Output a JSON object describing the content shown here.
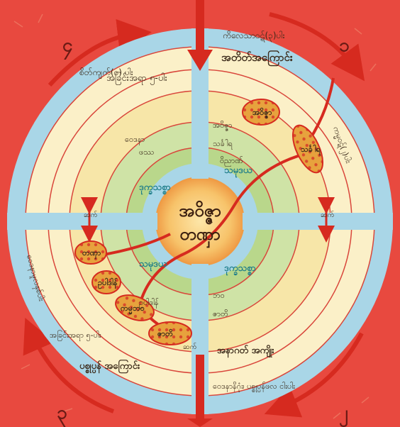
{
  "corners": {
    "top_left": "၄",
    "top_right": "၁",
    "bottom_left": "၃",
    "bottom_right": "၂"
  },
  "center": {
    "line1": "အဝိဇ္ဇာ",
    "line2": "တဏှာ"
  },
  "labels": {
    "top_left_outer": "စိတ်ကျက်(၀) ပါး",
    "top_right_outer": "ကိလေသာဝဋ်(၃)ပါး",
    "right_outer": "ကမ္မဝဋ်(၂)ပါး",
    "bottom_right_outer": "ဝေဒနာနိဂုံး၊ ပစ္စုပ္ပန်ဖလ ငါးပါး",
    "left_outer": "ဝေဒနာမူလနှစ်ပါး",
    "past_causes": "အတိတ်အကြောင်း",
    "present_effects": "အခြင်းအရာ ၅-ပါး",
    "present_ring_1": "ဝေဒနာ",
    "present_ring_2": "ဖဿ",
    "past_ring_1": "အဝိဇ္ဇာ",
    "past_ring_2": "သင်္ခါရ",
    "past_ring_3": "ဝိညာဏ်",
    "future_ring_1": "ဥပါဒါန်",
    "future_ring_2": "ဘဝ",
    "future_ring_3": "ဇာတိ",
    "future_effects": "အနာဂတ် အကျိုး",
    "present_causes": "ပစ္စုပ္ပန် အကြောင်း",
    "present_causes_sub": "အခြင်းအရာ ၅-ပါး"
  },
  "capsules": {
    "c1": "အဝိဇ္ဇာ",
    "c2": "သင်္ခါရ",
    "c3": "တဏှာ",
    "c4": "ဥပါဒါန်",
    "c5": "ကမ္မဘဝ",
    "c6": "ဇာတိ"
  },
  "teal": {
    "top_left": "ဒုက္ခသစ္စာ",
    "top_right": "သမုဒယ",
    "bottom_left": "သမုဒယ",
    "bottom_right": "ဒုက္ခသစ္စာ"
  },
  "side": {
    "left": "ဆက်",
    "right": "ဆက်",
    "bottom": "ဆက်"
  }
}
